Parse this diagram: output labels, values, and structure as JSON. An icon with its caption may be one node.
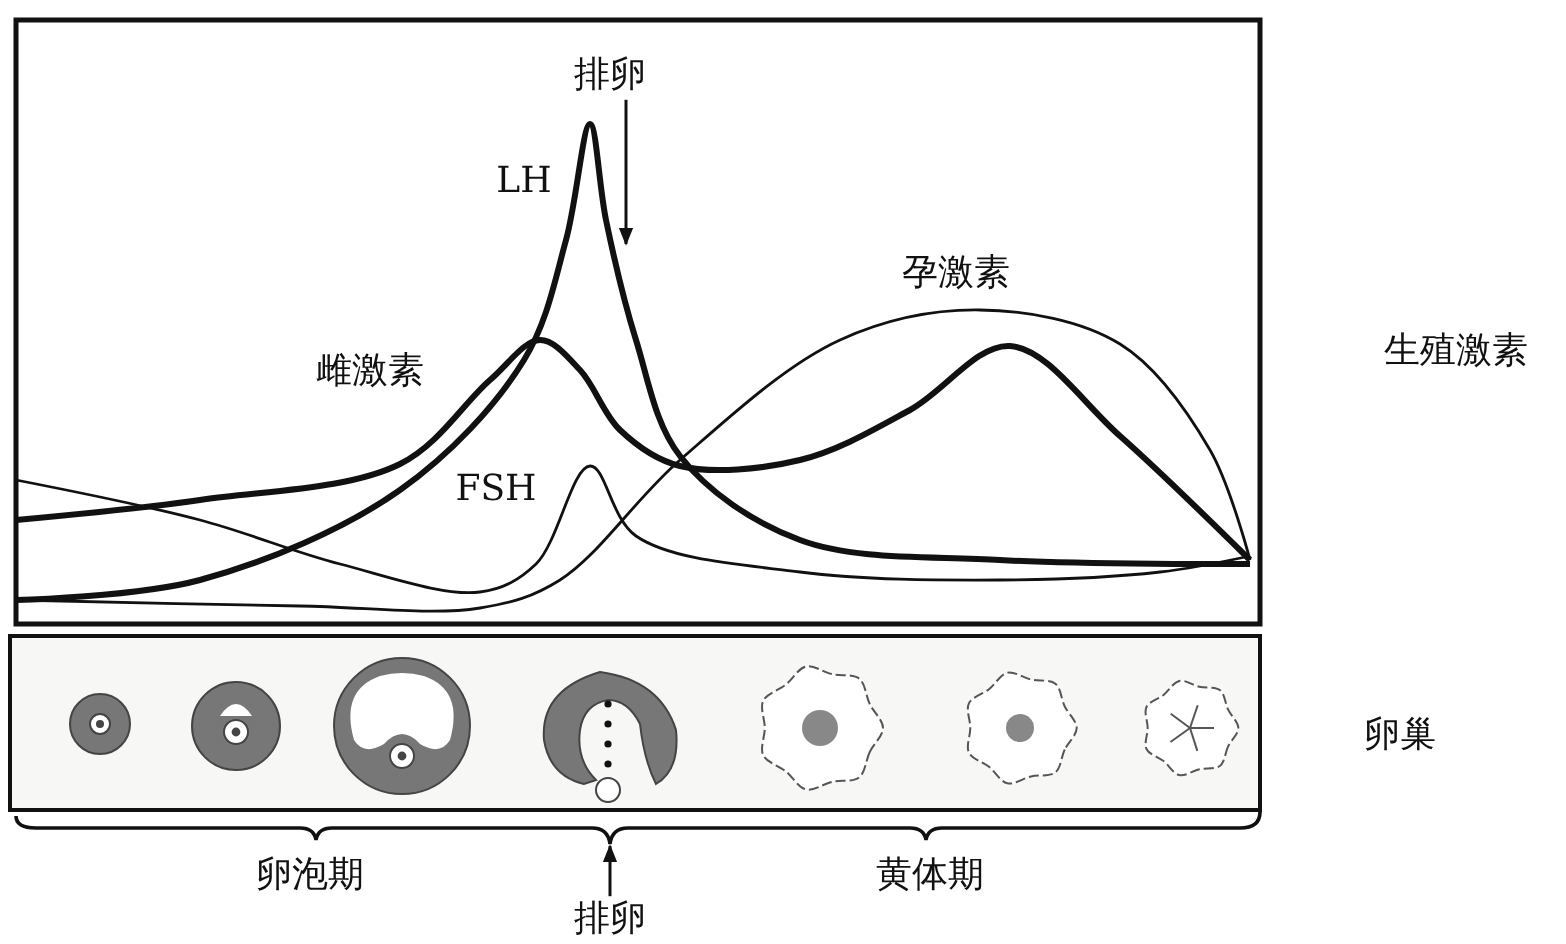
{
  "diagram": {
    "nodes": [
      {
        "text": [
          "排卵"
        ]
      },
      {
        "text": [
          "排卵"
        ]
      },
      {
        "text": [],
        "shape": "bracket"
      }
    ],
    "edges": [
      {
        "from": 0,
        "to": null,
        "arrow": "to"
      },
      {
        "from": 1,
        "to": 2,
        "arrow": "to"
      }
    ],
    "labels": [
      "LH",
      "孕激素",
      "生殖激素",
      "雌激素",
      "FSH",
      "卵巢",
      "卵泡期",
      "黄体期"
    ]
  }
}
